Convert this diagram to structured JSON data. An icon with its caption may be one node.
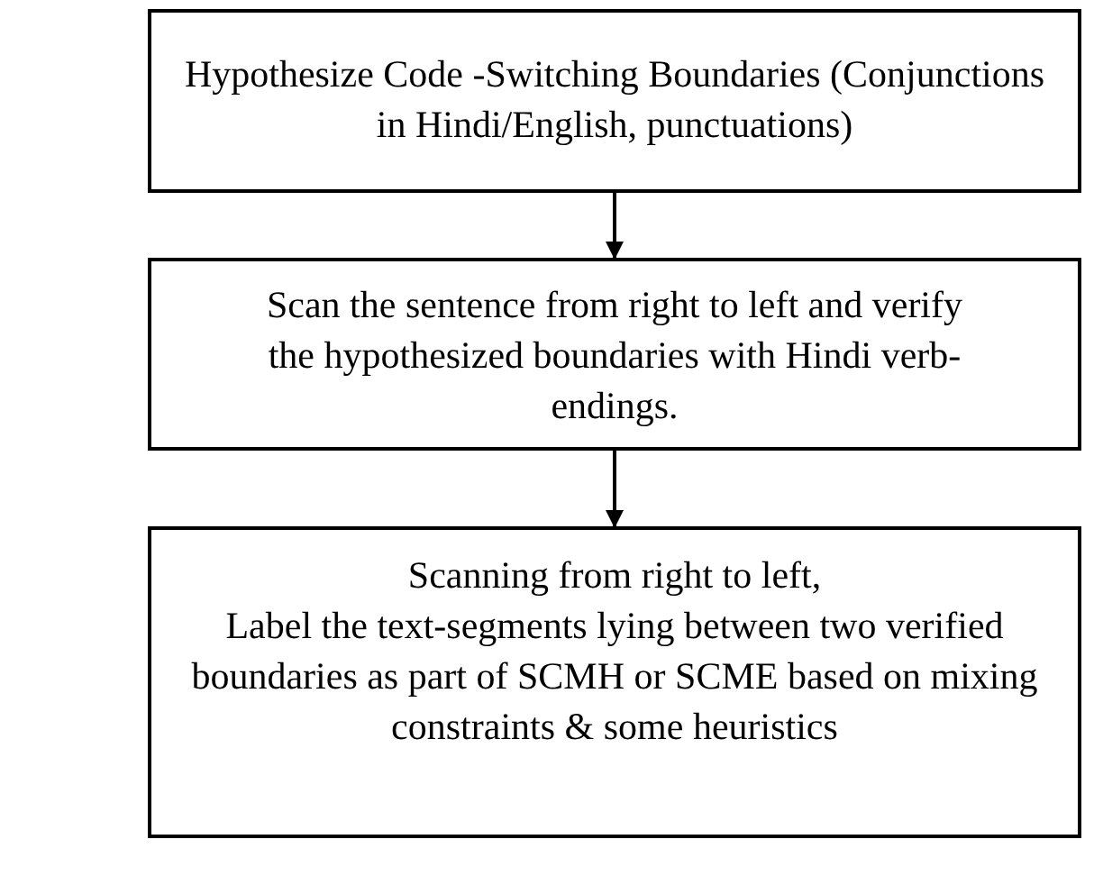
{
  "diagram": {
    "nodes": [
      {
        "text": [
          "Hypothesize Code -Switching Boundaries (Conjunctions in Hindi/English, punctuations)"
        ]
      },
      {
        "text": [
          "Scan the sentence from right to left and verify the hypothesized boundaries with Hindi verb-endings."
        ]
      },
      {
        "text": [
          "Scanning from right to left,",
          "Label the text-segments lying between two verified boundaries as part of SCMH or SCME based on mixing constraints & some heuristics"
        ]
      }
    ],
    "edges": [
      {
        "from": 0,
        "to": 1,
        "arrow": "to"
      },
      {
        "from": 1,
        "to": 2,
        "arrow": "to"
      }
    ]
  }
}
